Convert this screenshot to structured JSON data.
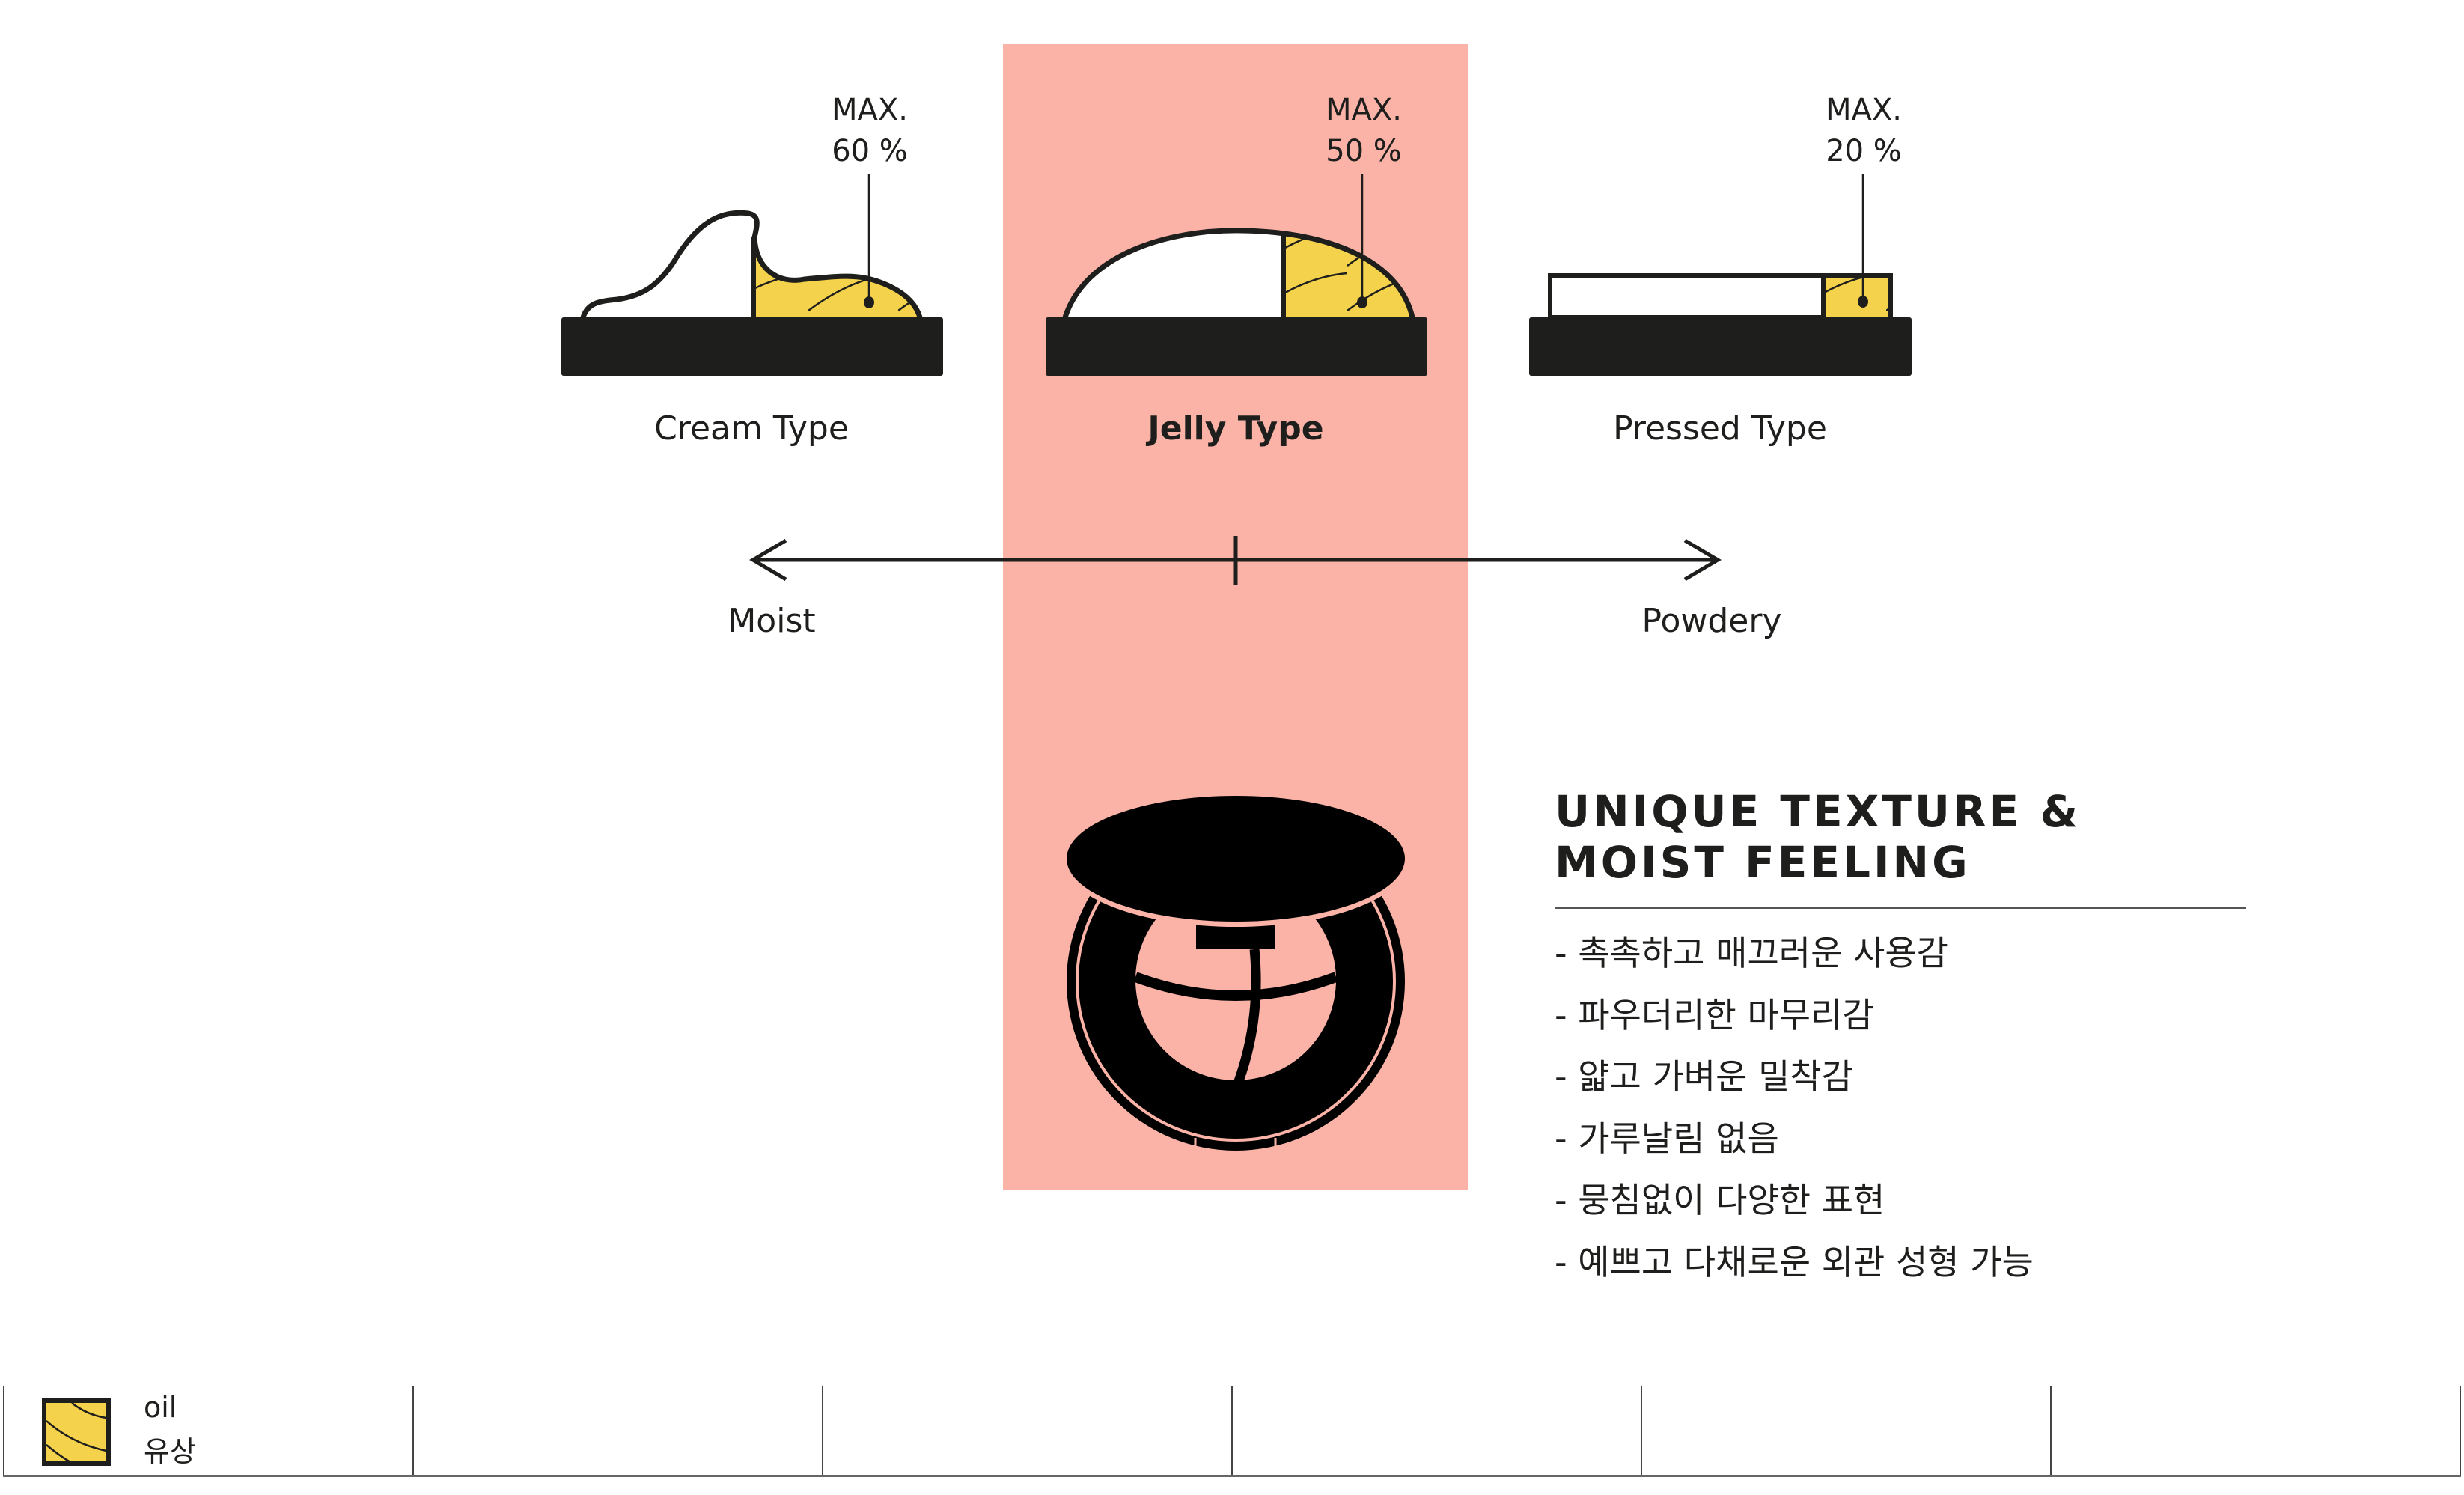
{
  "colors": {
    "highlight": "#fbb3a8",
    "oil": "#f5d24b",
    "ink": "#1e1e1c"
  },
  "types": [
    {
      "name": "Cream Type",
      "max_label": "MAX.",
      "max_value": "60 %",
      "oil_percent": 60,
      "highlighted": false
    },
    {
      "name": "Jelly Type",
      "max_label": "MAX.",
      "max_value": "50 %",
      "oil_percent": 50,
      "highlighted": true
    },
    {
      "name": "Pressed Type",
      "max_label": "MAX.",
      "max_value": "20 %",
      "oil_percent": 20,
      "highlighted": false
    }
  ],
  "scale": {
    "left": "Moist",
    "right": "Powdery"
  },
  "info": {
    "heading_line1": "UNIQUE TEXTURE &",
    "heading_line2": "MOIST FEELING",
    "bullets": [
      "- 촉촉하고 매끄러운 사용감",
      "- 파우더리한 마무리감",
      "- 얇고 가벼운 밀착감",
      "- 가루날림 없음",
      "- 뭉침없이 다양한 표현",
      "- 예쁘고 다채로운 외관 성형 가능"
    ]
  },
  "legend": {
    "en": "oil",
    "ko": "유상"
  }
}
